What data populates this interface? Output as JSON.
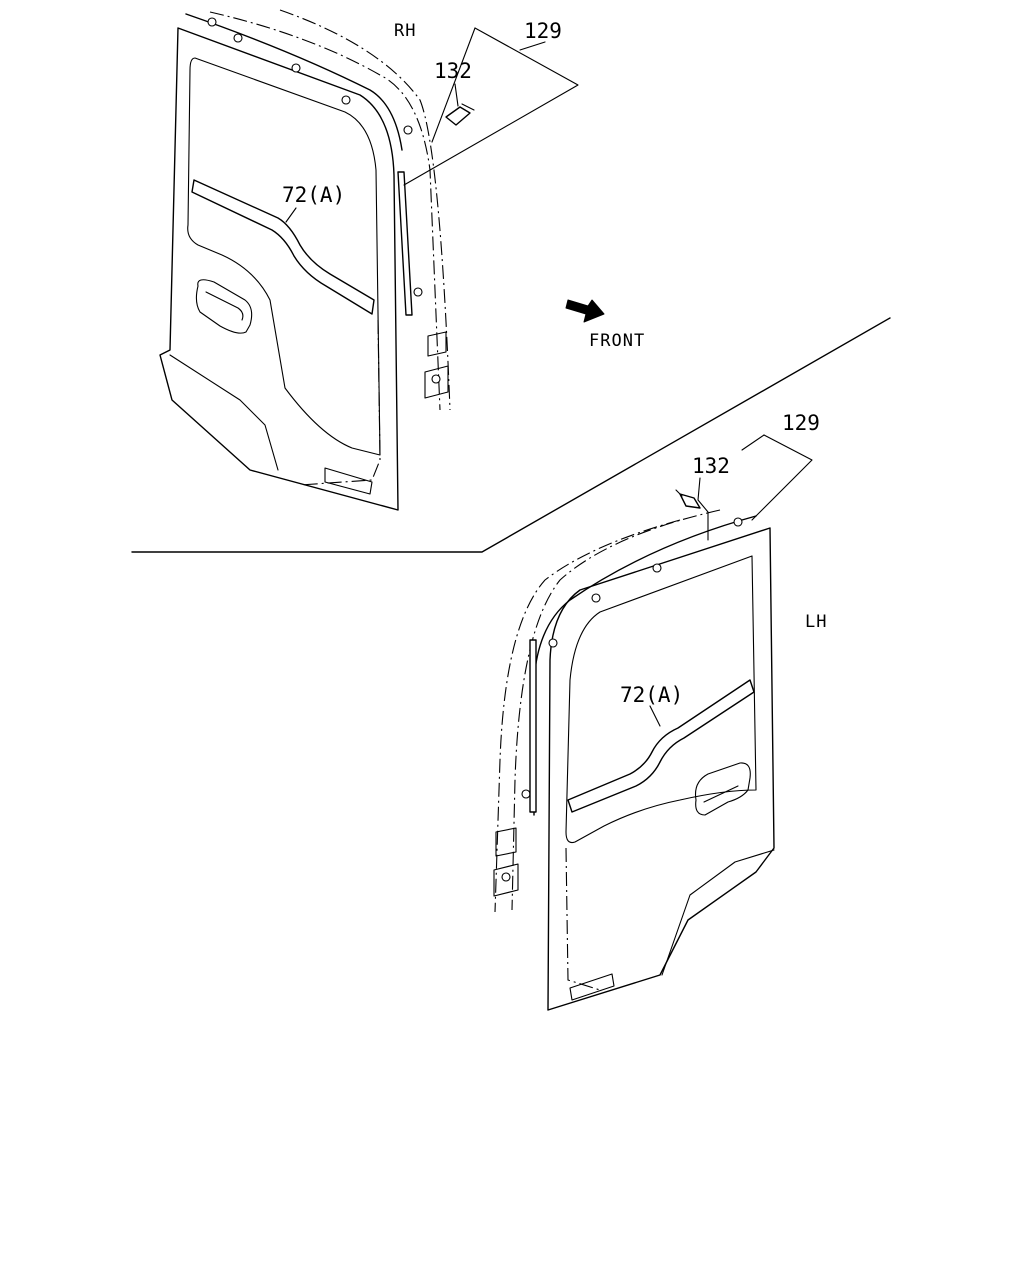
{
  "labels": {
    "rh": "RH",
    "lh": "LH",
    "front": "FRONT",
    "part_129": "129",
    "part_132": "132",
    "part_72a": "72(A)"
  },
  "icons": {
    "front_arrow": "arrow-down-right-icon"
  }
}
